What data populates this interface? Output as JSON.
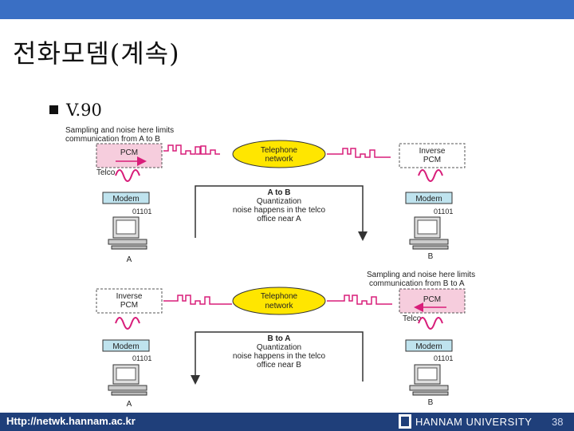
{
  "slide": {
    "title": "전화모뎀(계속)",
    "bullet": "V.90",
    "footer_url": "Http://netwk.hannam.ac.kr",
    "footer_university": "HANNAM UNIVERSITY",
    "page_number": "38"
  },
  "diagram": {
    "top": {
      "note_left": [
        "Sampling and noise here limits",
        "communication from A to B"
      ],
      "pcm_label": "PCM",
      "telco_label": "Telco",
      "network_label": [
        "Telephone",
        "network"
      ],
      "inverse_pcm_label": [
        "Inverse",
        "PCM"
      ],
      "modem_left": "Modem",
      "modem_right": "Modem",
      "bits_left": "01101",
      "bits_right": "01101",
      "explain": [
        "A to B",
        "Quantization",
        "noise happens in the telco",
        "office near A"
      ],
      "station_left": "A",
      "station_right": "B"
    },
    "bottom": {
      "note_right": [
        "Sampling and noise here limits",
        "communication from B to A"
      ],
      "inverse_pcm_label": [
        "Inverse",
        "PCM"
      ],
      "network_label": [
        "Telephone",
        "network"
      ],
      "pcm_label": "PCM",
      "telco_label": "Telco",
      "modem_left": "Modem",
      "modem_right": "Modem",
      "bits_left": "01101",
      "bits_right": "01101",
      "explain": [
        "B to A",
        "Quantization",
        "noise happens in the telco",
        "office near B"
      ],
      "station_left": "A",
      "station_right": "B"
    }
  },
  "colors": {
    "top_bar": "#3a6fc4",
    "bottom_bar": "#1f3f7a",
    "pcm_fill": "#f6cddd",
    "modem_fill": "#bfe3ee",
    "network_fill": "#ffe600",
    "wave": "#d81e7a",
    "pulse": "#d81e7a"
  }
}
